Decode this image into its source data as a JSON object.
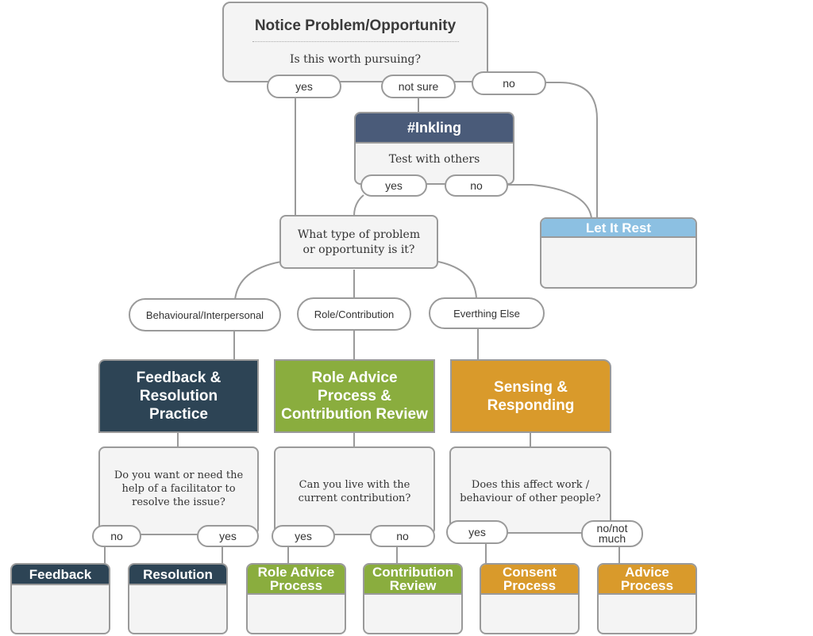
{
  "colors": {
    "navy": "#4a5b79",
    "dark_teal": "#2d4455",
    "green": "#8aad3e",
    "orange": "#d99a2b",
    "light_blue": "#8cc0e2",
    "border": "#9a9a9a",
    "box_fill": "#f4f4f4"
  },
  "top": {
    "title": "Notice Problem/Opportunity",
    "question": "Is this worth pursuing?",
    "yes": "yes",
    "not_sure": "not sure",
    "no": "no"
  },
  "inkling": {
    "title": "#Inkling",
    "text": "Test with others",
    "yes": "yes",
    "no": "no"
  },
  "let_it_rest": {
    "title": "Let It Rest"
  },
  "type_question": {
    "line1": "What type of problem",
    "line2": "or opportunity is it?"
  },
  "categories": {
    "behavioural": "Behavioural/Interpersonal",
    "role": "Role/Contribution",
    "else": "Everthing Else"
  },
  "feedback_practice": {
    "line1": "Feedback &",
    "line2": "Resolution",
    "line3": "Practice",
    "q1": "Do you want or need the",
    "q2": "help of a facilitator to",
    "q3": "resolve the issue?",
    "no": "no",
    "yes": "yes"
  },
  "role_advice": {
    "line1": "Role Advice",
    "line2": "Process &",
    "line3": "Contribution Review",
    "q1": "Can you live with the",
    "q2": "current contribution?",
    "yes": "yes",
    "no": "no"
  },
  "sensing": {
    "line1": "Sensing &",
    "line2": "Responding",
    "q1": "Does this affect work /",
    "q2": "behaviour of other people?",
    "yes": "yes",
    "no_line1": "no/not",
    "no_line2": "much"
  },
  "leaves": {
    "feedback": "Feedback",
    "resolution": "Resolution",
    "role_advice_1": "Role Advice",
    "role_advice_2": "Process",
    "contribution_1": "Contribution",
    "contribution_2": "Review",
    "consent_1": "Consent",
    "consent_2": "Process",
    "advice_1": "Advice",
    "advice_2": "Process"
  }
}
